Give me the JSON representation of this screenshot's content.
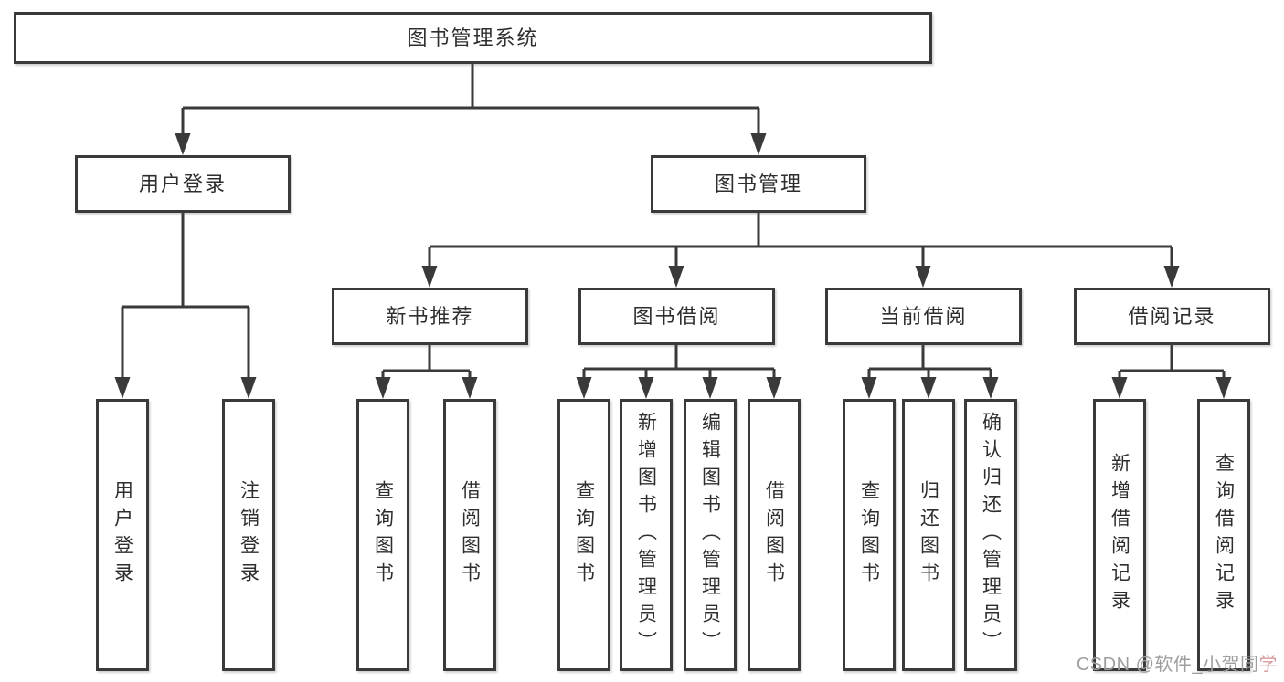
{
  "diagram": {
    "nodes": {
      "root": "图书管理系统",
      "user_login": "用户登录",
      "book_management": "图书管理",
      "new_book_recommend": "新书推荐",
      "book_borrowing": "图书借阅",
      "current_borrowing": "当前借阅",
      "borrowing_records": "借阅记录",
      "leaf_user_login": "用户登录",
      "leaf_logout_login": "注销登录",
      "leaf_nbr_query_books": "查询图书",
      "leaf_nbr_borrow_books": "借阅图书",
      "leaf_bb_query_books": "查询图书",
      "leaf_bb_add_books": "新增图书（管理员）",
      "leaf_bb_edit_books": "编辑图书（管理员）",
      "leaf_bb_borrow_books": "借阅图书",
      "leaf_cb_query_books": "查询图书",
      "leaf_cb_return_books": "归还图书",
      "leaf_cb_confirm_return": "确认归还（管理员）",
      "leaf_br_add_record": "新增借阅记录",
      "leaf_br_query_record": "查询借阅记录"
    },
    "colors": {
      "box_border": "#3a3a3a",
      "connector": "#3a3a3a",
      "text": "#2e2e2e",
      "background": "#ffffff"
    }
  },
  "watermark": {
    "gray_part": "CSDN @软件_小贺同",
    "pink_part": "学"
  }
}
